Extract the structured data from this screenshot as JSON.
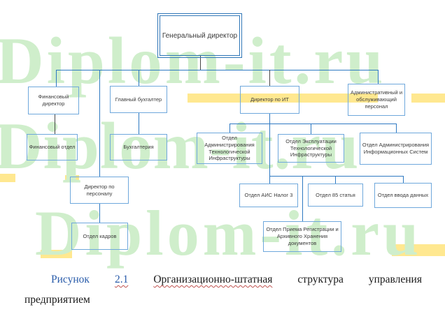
{
  "watermark": {
    "text": "Diplom-it.ru",
    "color": "#cfeecb",
    "highlight_color": "#ffe47d"
  },
  "org": {
    "nodes": {
      "root": {
        "label": "Генеральный директор"
      },
      "fin_dir": {
        "label": "Финансовый директор"
      },
      "chief_acc": {
        "label": "Главный бухгалтер"
      },
      "it_dir": {
        "label": "Директор по ИТ"
      },
      "admin_pers": {
        "label": "Административный и обслуживающий персонал"
      },
      "fin_dept": {
        "label": "Финансовый отдел"
      },
      "accounting": {
        "label": "Бухгалтерия"
      },
      "dept_admin_ti": {
        "label": "Отдел Администрирования Технологической Инфраструктуры"
      },
      "dept_expl_ti": {
        "label": "Отдел Эксплуатации Технологической Инфраструктуры"
      },
      "dept_admin_is": {
        "label": "Отдел Администрирования Информационных Систем"
      },
      "hr_dir": {
        "label": "Директор по персоналу"
      },
      "ais_nalog": {
        "label": "Отдел АИС Налог 3"
      },
      "article85": {
        "label": "Отдел 85 статья"
      },
      "data_entry": {
        "label": "Отдел ввода данных"
      },
      "hr_dept": {
        "label": "Отдел кадров"
      },
      "reception": {
        "label": "Отдел Приема Регистрации и Архивного Хранения документов"
      }
    },
    "line_colors": {
      "blue": "#2e79c2",
      "dark": "#474747",
      "box_border": "#6fa8dc"
    }
  },
  "caption": {
    "figure_label": "Рисунок",
    "figure_number": "2.1",
    "words": [
      "Организационно-штатная",
      "структура",
      "управления"
    ],
    "line2": "предприятием",
    "label_color": "#2a5caa"
  }
}
